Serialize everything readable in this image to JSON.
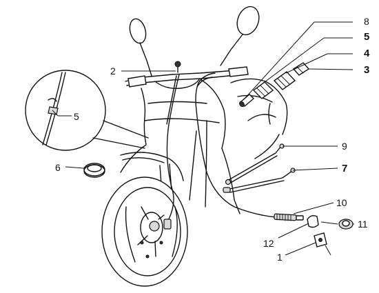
{
  "labels": {
    "l1": "1",
    "l2": "2",
    "l3": "3",
    "l4": "4",
    "l5_right": "5",
    "l5_inset": "5",
    "l6": "6",
    "l7": "7",
    "l8": "8",
    "l9": "9",
    "l10": "10",
    "l11": "11",
    "l12": "12"
  }
}
